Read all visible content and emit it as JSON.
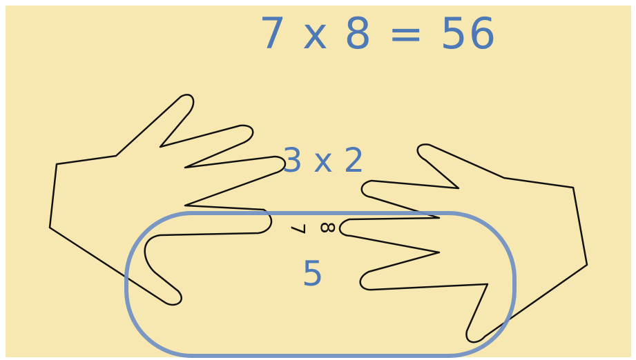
{
  "equation": "7 x 8 = 56",
  "product_label": "3 x 2",
  "sum_label": "5",
  "finger_numbers": {
    "left": "7",
    "right": "8"
  },
  "colors": {
    "background": "#f7e7b0",
    "annotation": "#4d79b7",
    "outline": "#111111"
  },
  "icons": {
    "left_hand": "left-hand-outline-icon",
    "right_hand": "right-hand-outline-icon",
    "group_box": "rounded-rectangle-group"
  }
}
